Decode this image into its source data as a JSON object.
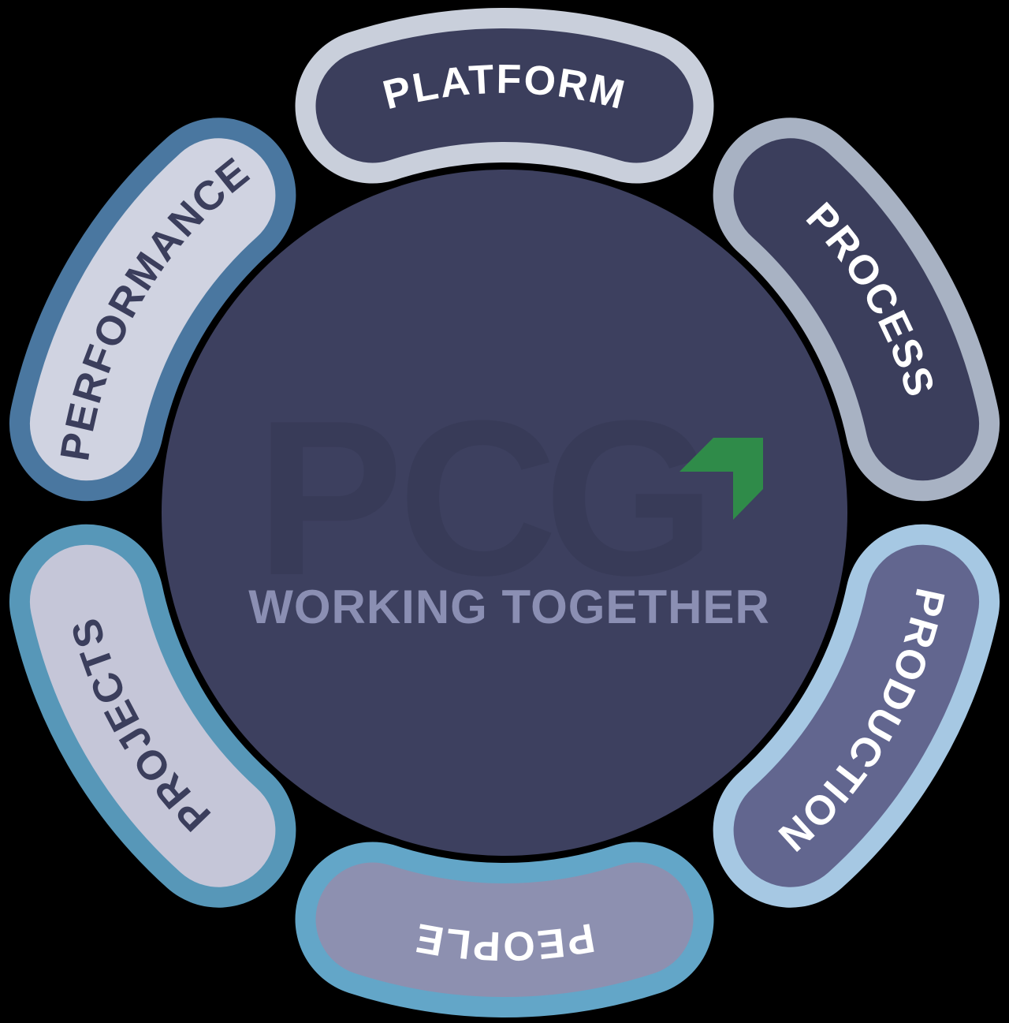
{
  "background_color": "#000000",
  "diagram_title": "PCG Working Together wheel",
  "center": {
    "circle_color": "#3d405f",
    "brand": "PCG",
    "brand_letters": [
      "P",
      "C",
      "G"
    ],
    "brand_color": "#383b58",
    "arrow_color": "#2f8b49",
    "tagline": "WORKING TOGETHER",
    "tagline_color": "#8b8fb3"
  },
  "segments": [
    {
      "label": "PLATFORM",
      "position": "top",
      "border_color": "#c9cfdb",
      "fill_color": "#3b3e5c",
      "text_color": "#ffffff"
    },
    {
      "label": "PROCESS",
      "position": "top-right",
      "border_color": "#a8b2c3",
      "fill_color": "#3b3e5c",
      "text_color": "#ffffff"
    },
    {
      "label": "PRODUCTION",
      "position": "bottom-right",
      "border_color": "#a6c8e3",
      "fill_color": "#62668f",
      "text_color": "#ffffff"
    },
    {
      "label": "PEOPLE",
      "position": "bottom",
      "border_color": "#63a6c8",
      "fill_color": "#8d90b0",
      "text_color": "#ffffff"
    },
    {
      "label": "PROJECTS",
      "position": "bottom-left",
      "border_color": "#5797b8",
      "fill_color": "#c5c6d8",
      "text_color": "#3b3e5c"
    },
    {
      "label": "PERFORMANCE",
      "position": "top-left",
      "border_color": "#4a77a0",
      "fill_color": "#d0d3e1",
      "text_color": "#3b3e5c"
    }
  ]
}
